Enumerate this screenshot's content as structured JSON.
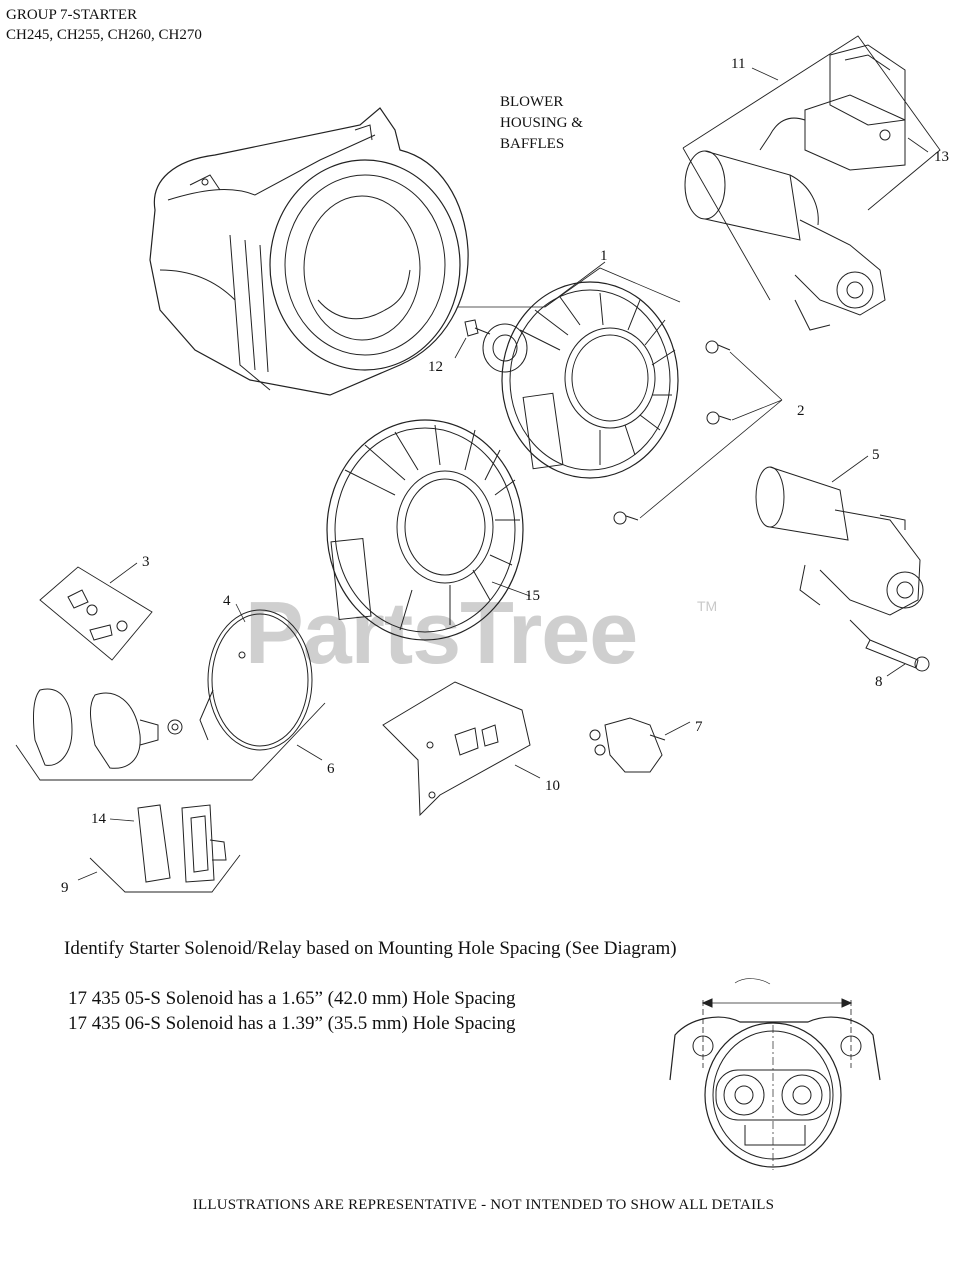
{
  "header": {
    "group_title": "GROUP 7-STARTER",
    "models": "CH245, CH255, CH260, CH270"
  },
  "labels": {
    "blower": [
      "BLOWER",
      "HOUSING &",
      "BAFFLES"
    ]
  },
  "callouts": {
    "c1": "1",
    "c2": "2",
    "c3": "3",
    "c4": "4",
    "c5": "5",
    "c6": "6",
    "c7": "7",
    "c8": "8",
    "c9": "9",
    "c10": "10",
    "c11": "11",
    "c12": "12",
    "c13": "13",
    "c14": "14",
    "c15": "15"
  },
  "notes": {
    "identify": "Identify Starter Solenoid/Relay based on Mounting Hole Spacing (See Diagram)",
    "line1": "17 435 05-S Solenoid has a 1.65” (42.0 mm) Hole Spacing",
    "line2": "17 435 06-S Solenoid has a 1.39” (35.5 mm) Hole Spacing"
  },
  "watermark": {
    "text": "PartsTree",
    "tm": "TM"
  },
  "footer": "ILLUSTRATIONS ARE REPRESENTATIVE - NOT INTENDED TO SHOW ALL DETAILS"
}
